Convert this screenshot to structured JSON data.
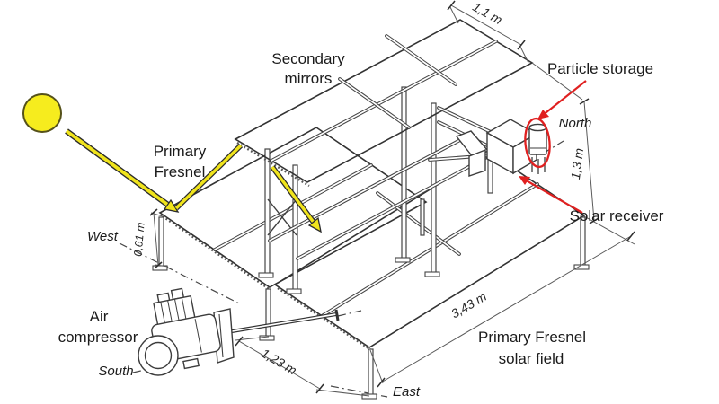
{
  "labels": {
    "secondary_mirrors_line1": "Secondary",
    "secondary_mirrors_line2": "mirrors",
    "particle_storage": "Particle storage",
    "primary_fresnel_line1": "Primary",
    "primary_fresnel_line2": "Fresnel",
    "solar_receiver": "Solar receiver",
    "air_compressor_line1": "Air",
    "air_compressor_line2": "compressor",
    "primary_field_line1": "Primary Fresnel",
    "primary_field_line2": "solar field"
  },
  "dimensions": {
    "secondary_width": "1,1 m",
    "receiver_height": "1,3 m",
    "primary_height": "0,61 m",
    "row_width": "1,23 m",
    "field_length": "3,43 m"
  },
  "compass": {
    "north": "North",
    "south": "South",
    "east": "East",
    "west": "West"
  },
  "colors": {
    "sun_fill": "#f6ec1e",
    "ray": "#f0e41c",
    "annotation_red": "#e02020",
    "drawing_line": "#3d3d3d"
  }
}
